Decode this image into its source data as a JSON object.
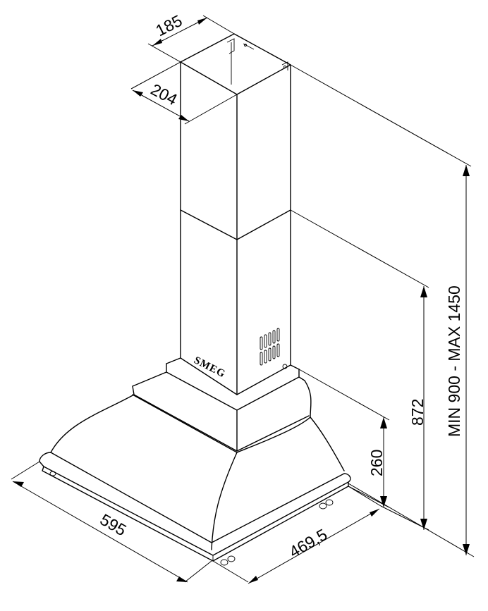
{
  "dimensions": {
    "chimney_depth": "185",
    "chimney_width": "204",
    "height_range": "MIN 900 - MAX 1450",
    "lower_height": "872",
    "canopy_height": "260",
    "width": "595",
    "depth": "469,5"
  },
  "brand": "SMEG"
}
